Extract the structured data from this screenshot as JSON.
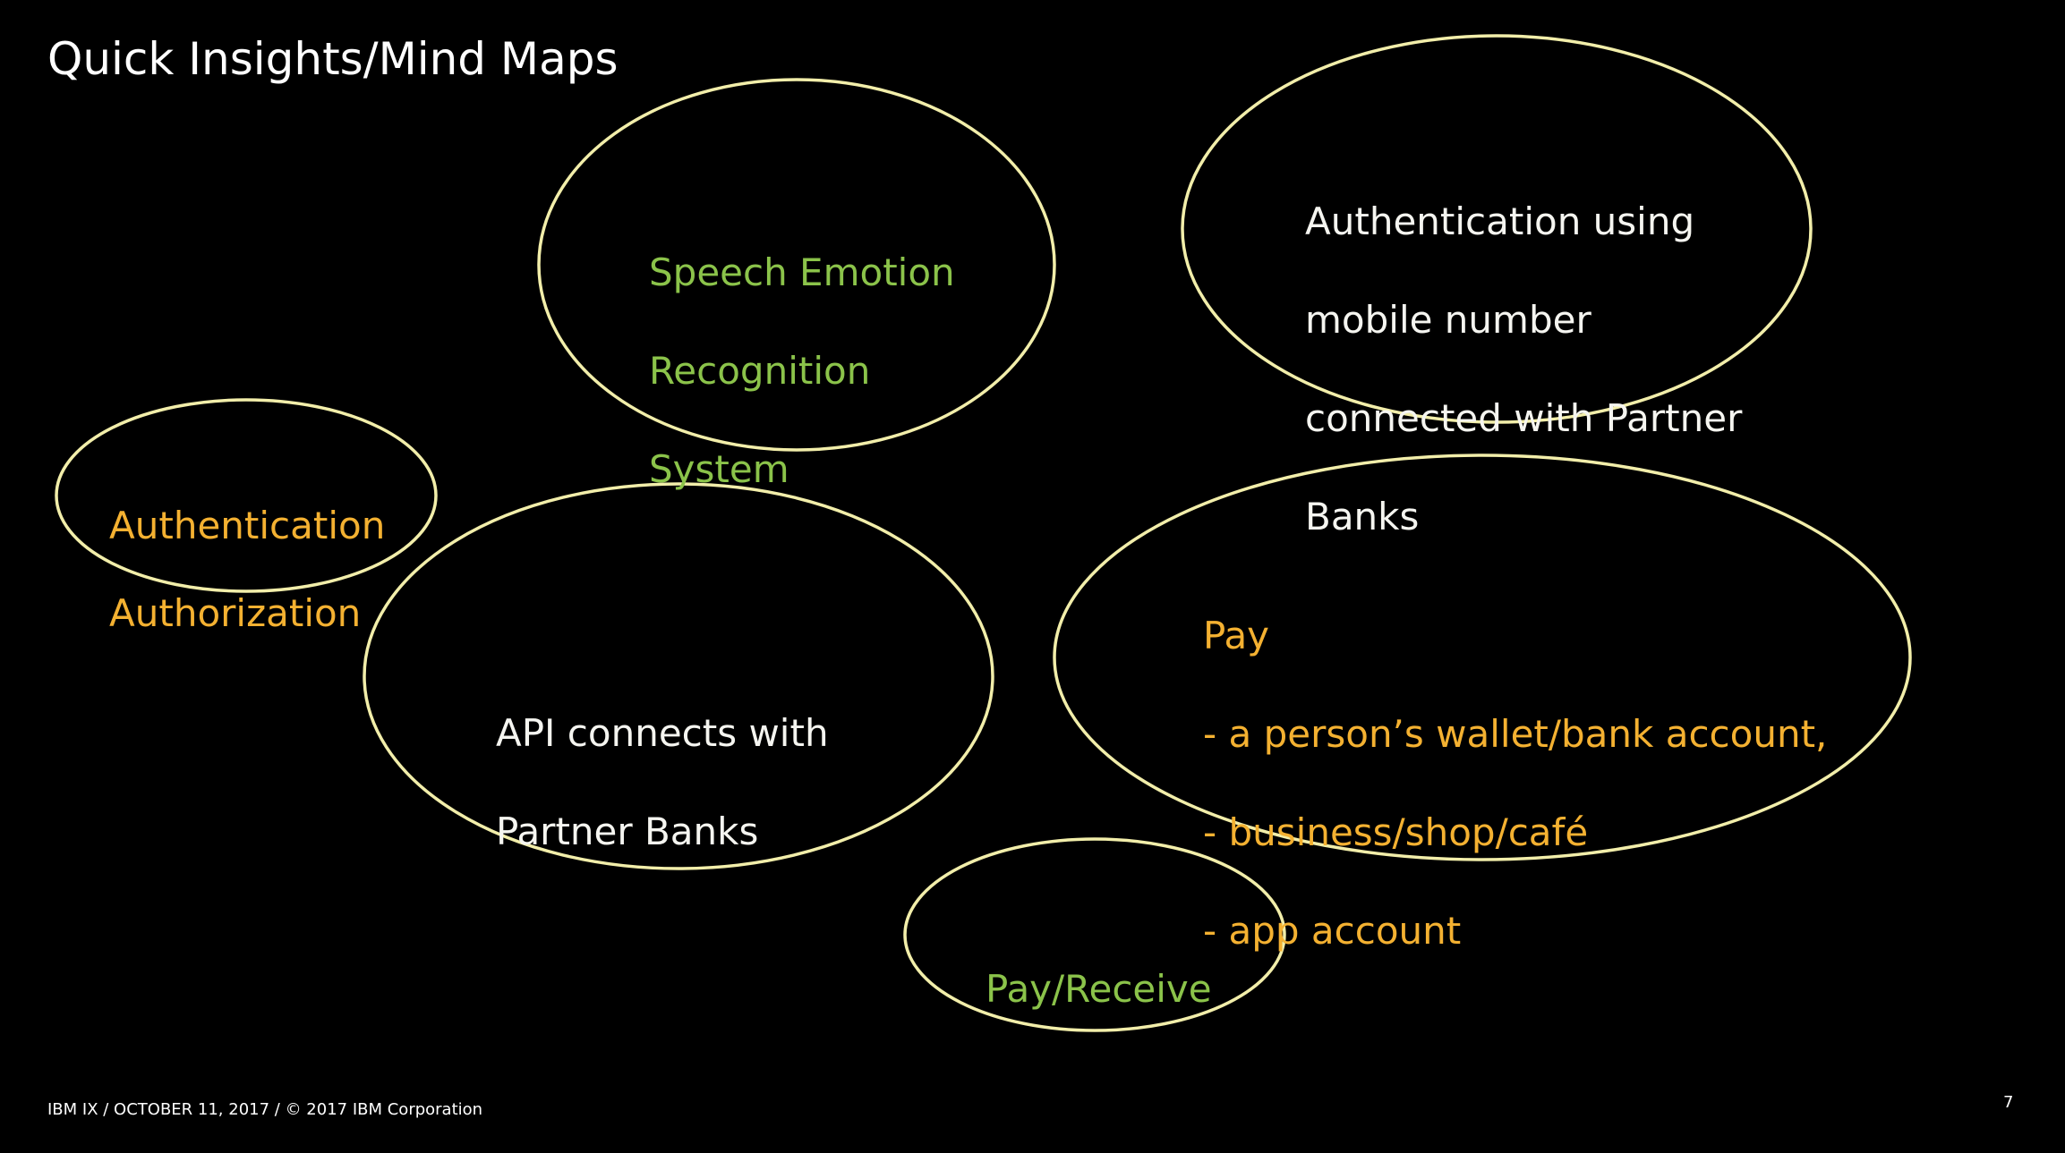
{
  "title": "Quick Insights/Mind Maps",
  "colors": {
    "background": "#000000",
    "ellipse_stroke": "#f2eeaa",
    "white_text": "#f5f5f0",
    "green_text": "#8bc34a",
    "orange_text": "#f4b131"
  },
  "bubbles": {
    "speech_emotion": {
      "lines": [
        "Speech Emotion",
        "Recognition",
        "System"
      ]
    },
    "mobile_auth": {
      "lines": [
        "Authentication using",
        "mobile number",
        "connected with Partner",
        "Banks"
      ]
    },
    "auth": {
      "lines": [
        "Authentication",
        "Authorization"
      ]
    },
    "api": {
      "lines": [
        "API connects with",
        "Partner Banks"
      ]
    },
    "pay": {
      "lines": [
        "Pay",
        "- a person’s wallet/bank account,",
        "- business/shop/café",
        "- app account"
      ]
    },
    "pay_receive": {
      "lines": [
        "Pay/Receive"
      ]
    }
  },
  "footer": "IBM IX / OCTOBER 11, 2017 / © 2017 IBM Corporation",
  "page_number": "7"
}
